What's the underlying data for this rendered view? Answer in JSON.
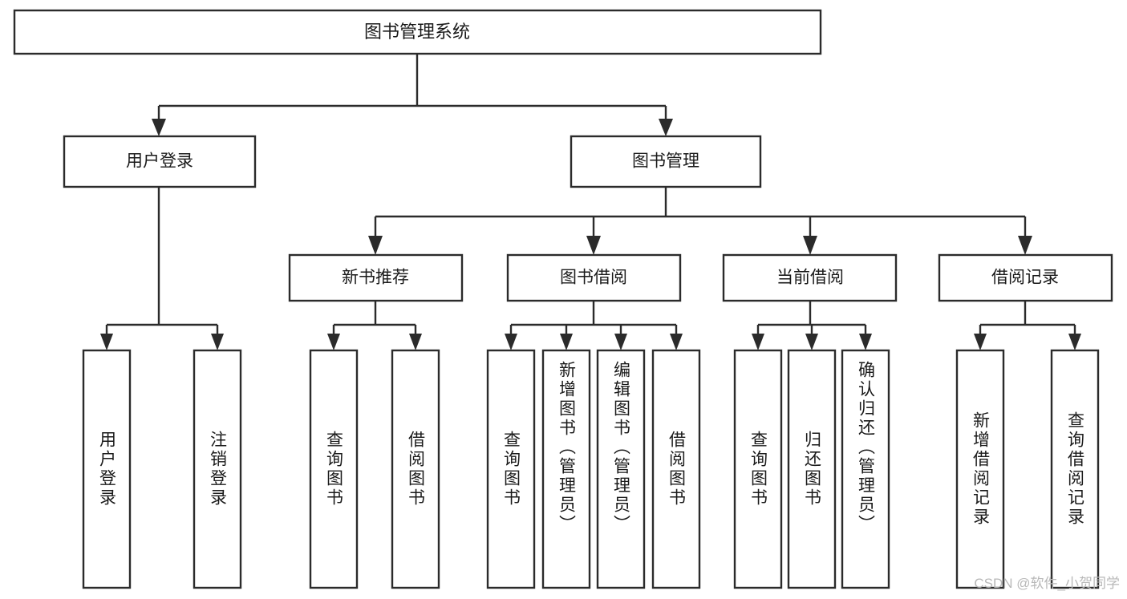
{
  "diagram": {
    "type": "tree-hierarchy",
    "title": "图书管理系统",
    "watermark": "CSDN @软件_小贺同学",
    "colors": {
      "box_stroke": "#2b2b2b",
      "box_fill": "#ffffff",
      "connector": "#2b2b2b",
      "text": "#1a1a1a",
      "watermark": "#b8b8b8",
      "background": "#ffffff"
    },
    "levels": {
      "root": {
        "label": "图书管理系统"
      },
      "level2": [
        {
          "label": "用户登录"
        },
        {
          "label": "图书管理"
        }
      ],
      "level3": [
        {
          "label": "新书推荐"
        },
        {
          "label": "图书借阅"
        },
        {
          "label": "当前借阅"
        },
        {
          "label": "借阅记录"
        }
      ],
      "leaves": {
        "用户登录": [
          {
            "label": "用户登录"
          },
          {
            "label": "注销登录"
          }
        ],
        "新书推荐": [
          {
            "label": "查询图书"
          },
          {
            "label": "借阅图书"
          }
        ],
        "图书借阅": [
          {
            "label": "查询图书"
          },
          {
            "label": "新增图书（管理员）"
          },
          {
            "label": "编辑图书（管理员）"
          },
          {
            "label": "借阅图书"
          }
        ],
        "当前借阅": [
          {
            "label": "查询图书"
          },
          {
            "label": "归还图书"
          },
          {
            "label": "确认归还（管理员）"
          }
        ],
        "借阅记录": [
          {
            "label": "新增借阅记录"
          },
          {
            "label": "查询借阅记录"
          }
        ]
      }
    },
    "nodes": {
      "root": {
        "label": "图书管理系统"
      },
      "user_login": {
        "label": "用户登录"
      },
      "book_manage": {
        "label": "图书管理"
      },
      "new_book_rec": {
        "label": "新书推荐"
      },
      "book_borrow": {
        "label": "图书借阅"
      },
      "current_borrow": {
        "label": "当前借阅"
      },
      "borrow_record": {
        "label": "借阅记录"
      },
      "leaf_user_login": {
        "label": "用户登录"
      },
      "leaf_user_logout": {
        "label": "注销登录"
      },
      "leaf_nbr_query": {
        "label": "查询图书"
      },
      "leaf_nbr_borrow": {
        "label": "借阅图书"
      },
      "leaf_bb_query": {
        "label": "查询图书"
      },
      "leaf_bb_add": {
        "label": "新增图书（管理员）"
      },
      "leaf_bb_edit": {
        "label": "编辑图书（管理员）"
      },
      "leaf_bb_borrow": {
        "label": "借阅图书"
      },
      "leaf_cb_query": {
        "label": "查询图书"
      },
      "leaf_cb_return": {
        "label": "归还图书"
      },
      "leaf_cb_confirm": {
        "label": "确认归还（管理员）"
      },
      "leaf_br_add": {
        "label": "新增借阅记录"
      },
      "leaf_br_query": {
        "label": "查询借阅记录"
      }
    }
  }
}
